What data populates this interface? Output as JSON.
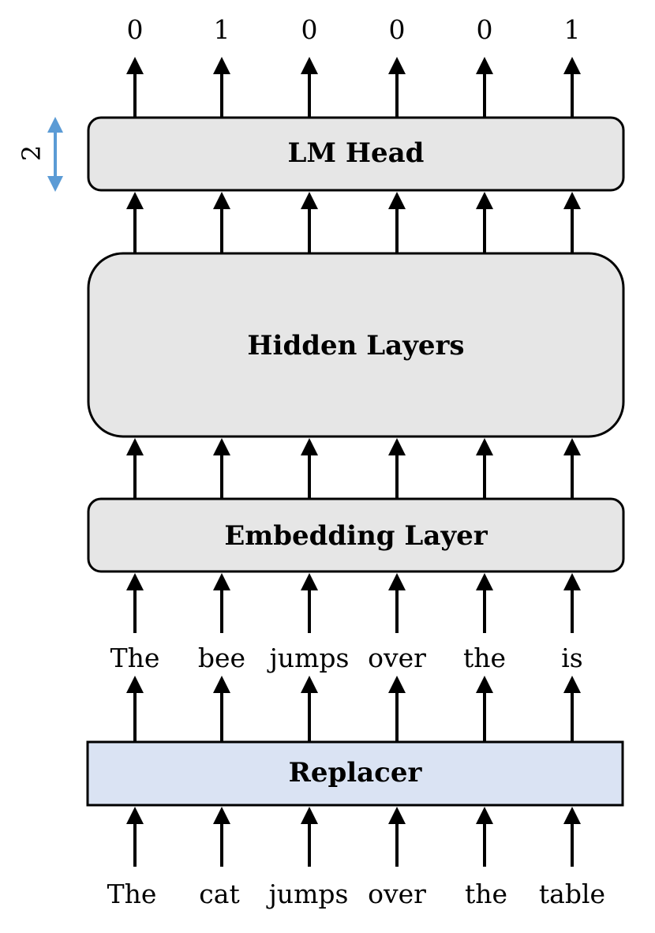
{
  "outputs": [
    "0",
    "1",
    "0",
    "0",
    "0",
    "1"
  ],
  "lm_head": {
    "label": "LM Head",
    "side_label": "2",
    "fill": "#e6e6e6"
  },
  "hidden_layers": {
    "label": "Hidden Layers",
    "fill": "#e6e6e6"
  },
  "embedding_layer": {
    "label": "Embedding Layer",
    "fill": "#e6e6e6"
  },
  "replaced_tokens": [
    "The",
    "bee",
    "jumps",
    "over",
    "the",
    "is"
  ],
  "replacer": {
    "label": "Replacer",
    "fill": "#dae3f3"
  },
  "input_tokens": [
    "The",
    "cat",
    "jumps",
    "over",
    "the",
    "table"
  ],
  "colors": {
    "stroke": "#000000",
    "accent_arrow": "#5b9bd5"
  }
}
